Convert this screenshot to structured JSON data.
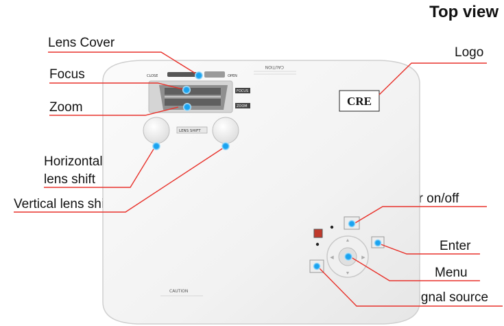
{
  "title": "Top view",
  "labels": {
    "lens_cover": "Lens Cover",
    "focus": "Focus",
    "zoom": "Zoom",
    "horizontal_line1": "Horizontal",
    "horizontal_line2": "lens shift",
    "vertical": "Vertical lens shift",
    "logo": "Logo",
    "power": "Power on/off",
    "enter": "Enter",
    "menu": "Menu",
    "signal": "Signal source"
  },
  "device": {
    "logo_text": "CRE",
    "close_label": "CLOSE",
    "open_label": "OPEN",
    "focus_label": "FOCUS",
    "zoom_label": "ZOOM",
    "lens_shift_label": "LENS SHIFT",
    "caution_top": "CAUTION",
    "caution_bottom": "CAUTION"
  },
  "colors": {
    "leader": "#e8312a",
    "marker": "#1aa3f0",
    "marker_glow": "#bfe6fb",
    "body": "#f4f4f4",
    "body_edge": "#c9c9c9"
  }
}
